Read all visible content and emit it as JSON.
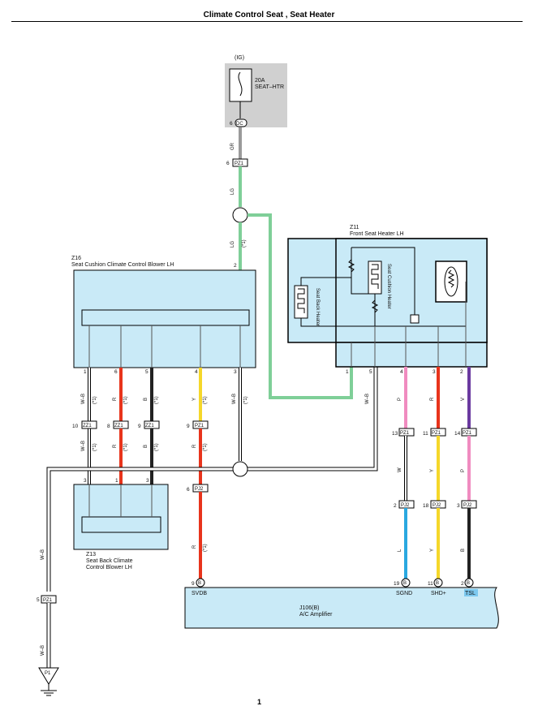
{
  "title": "Climate Control Seat , Seat Heater",
  "page_number": "1",
  "fuse": {
    "supply": "(IG)",
    "rating": "20A",
    "name": "SEAT–HTR",
    "terminal": "6",
    "connector": "DC"
  },
  "components": {
    "z16": {
      "id": "Z16",
      "name": "Seat Cushion Climate Control Blower LH"
    },
    "z11": {
      "id": "Z11",
      "name": "Front Seat Heater LH",
      "back_heater": "Seat Back Heater",
      "cushion_heater": "Seat Cushion Heater"
    },
    "z13": {
      "id": "Z13",
      "name_line1": "Seat Back Climate",
      "name_line2": "Control Blower LH"
    },
    "j106": {
      "id": "J106(B)",
      "name": "A/C Amplifier"
    },
    "p1": {
      "id": "P1"
    }
  },
  "wire_codes": {
    "gr": "GR",
    "lg": "LG",
    "wb": "W–B",
    "r": "R",
    "b": "B",
    "y": "Y",
    "p": "P",
    "v": "V",
    "w": "W",
    "l": "L",
    "note": "(*1)"
  },
  "connectors": {
    "pz1": "PZ1",
    "zz1": "ZZ1",
    "pj2": "PJ2",
    "b": "B"
  },
  "pins": {
    "fuse_out": "6",
    "pz1_top": "6",
    "z16_in": "2",
    "z16_1": "1",
    "z16_6": "6",
    "z16_5": "5",
    "z16_4": "4",
    "z16_3": "3",
    "zz1_10": "10",
    "zz1_8": "8",
    "zz1_9": "9",
    "pz1_9": "9",
    "z13_3a": "3",
    "z13_1": "1",
    "z13_3b": "3",
    "pj2_6": "6",
    "z11_1": "1",
    "z11_5": "5",
    "z11_4": "4",
    "z11_3": "3",
    "z11_2": "2",
    "pz1_13": "13",
    "pz1_11": "11",
    "pz1_14": "14",
    "pj2_2": "2",
    "pj2_18": "18",
    "pj2_3": "3",
    "pz1_5": "5",
    "amp_9": "9",
    "amp_19": "19",
    "amp_11": "11",
    "amp_2": "2"
  },
  "amp_terminals": {
    "svdb": "SVDB",
    "sgnd": "SGND",
    "shd": "SHD+",
    "tsl": "TSL"
  },
  "colors": {
    "gray": "#9a9a9a",
    "green": "#7fcf98",
    "red": "#e8341c",
    "black": "#222222",
    "yellow": "#f5d72a",
    "pink": "#f08cc0",
    "violet": "#6b3aa0",
    "blue": "#2aa8e0",
    "component_fill": "#c9eaf7",
    "fuse_fill": "#d0d0d0"
  }
}
